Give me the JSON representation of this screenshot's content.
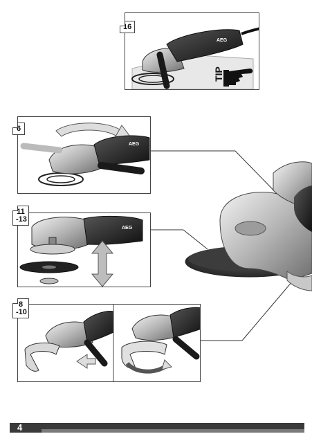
{
  "brand": "AEG",
  "tip_label": "TIP",
  "steps": {
    "step_16": {
      "label": "16"
    },
    "step_6": {
      "label": "6"
    },
    "step_11_13": {
      "line1": "11",
      "line2": "-13"
    },
    "step_8_10": {
      "line1": "8",
      "line2": "-10"
    }
  },
  "footer": {
    "page_number": "4"
  }
}
